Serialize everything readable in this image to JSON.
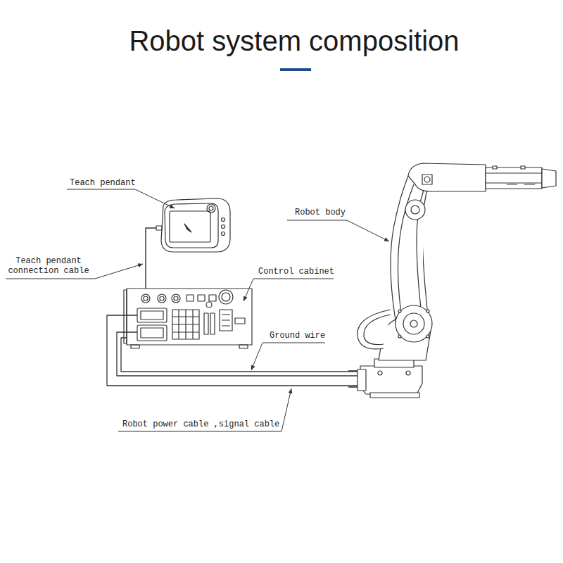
{
  "diagram": {
    "title": "Robot system composition",
    "labels": [
      "Teach pendant",
      "Robot body",
      "Teach pendant connection cable",
      "Control cabinet",
      "Ground wire",
      "Robot power cable ,signal cable"
    ]
  }
}
